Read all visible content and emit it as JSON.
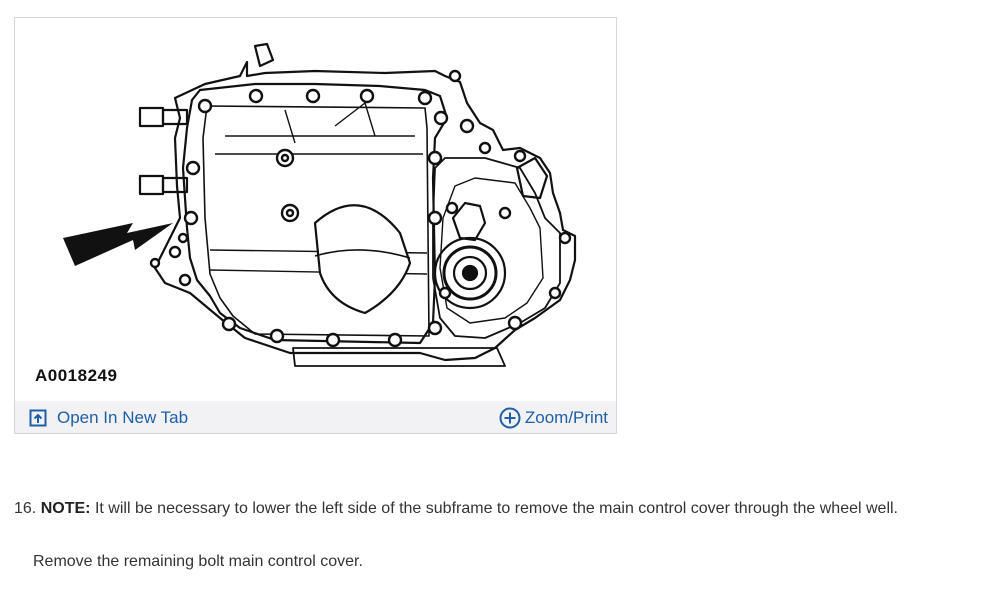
{
  "figure": {
    "id_label": "A0018249",
    "open_tab_label": "Open In New Tab",
    "zoom_label": "Zoom/Print",
    "icons": {
      "open_tab": "open-in-new-tab-icon",
      "zoom": "zoom-plus-icon"
    },
    "accent_color": "#1f5fa8"
  },
  "step": {
    "number": "16.",
    "note_label": "NOTE:",
    "note_text": "It will be necessary to lower the left side of the subframe to remove the main control cover through the wheel well."
  },
  "instruction": {
    "text": "Remove the remaining bolt main control cover."
  }
}
